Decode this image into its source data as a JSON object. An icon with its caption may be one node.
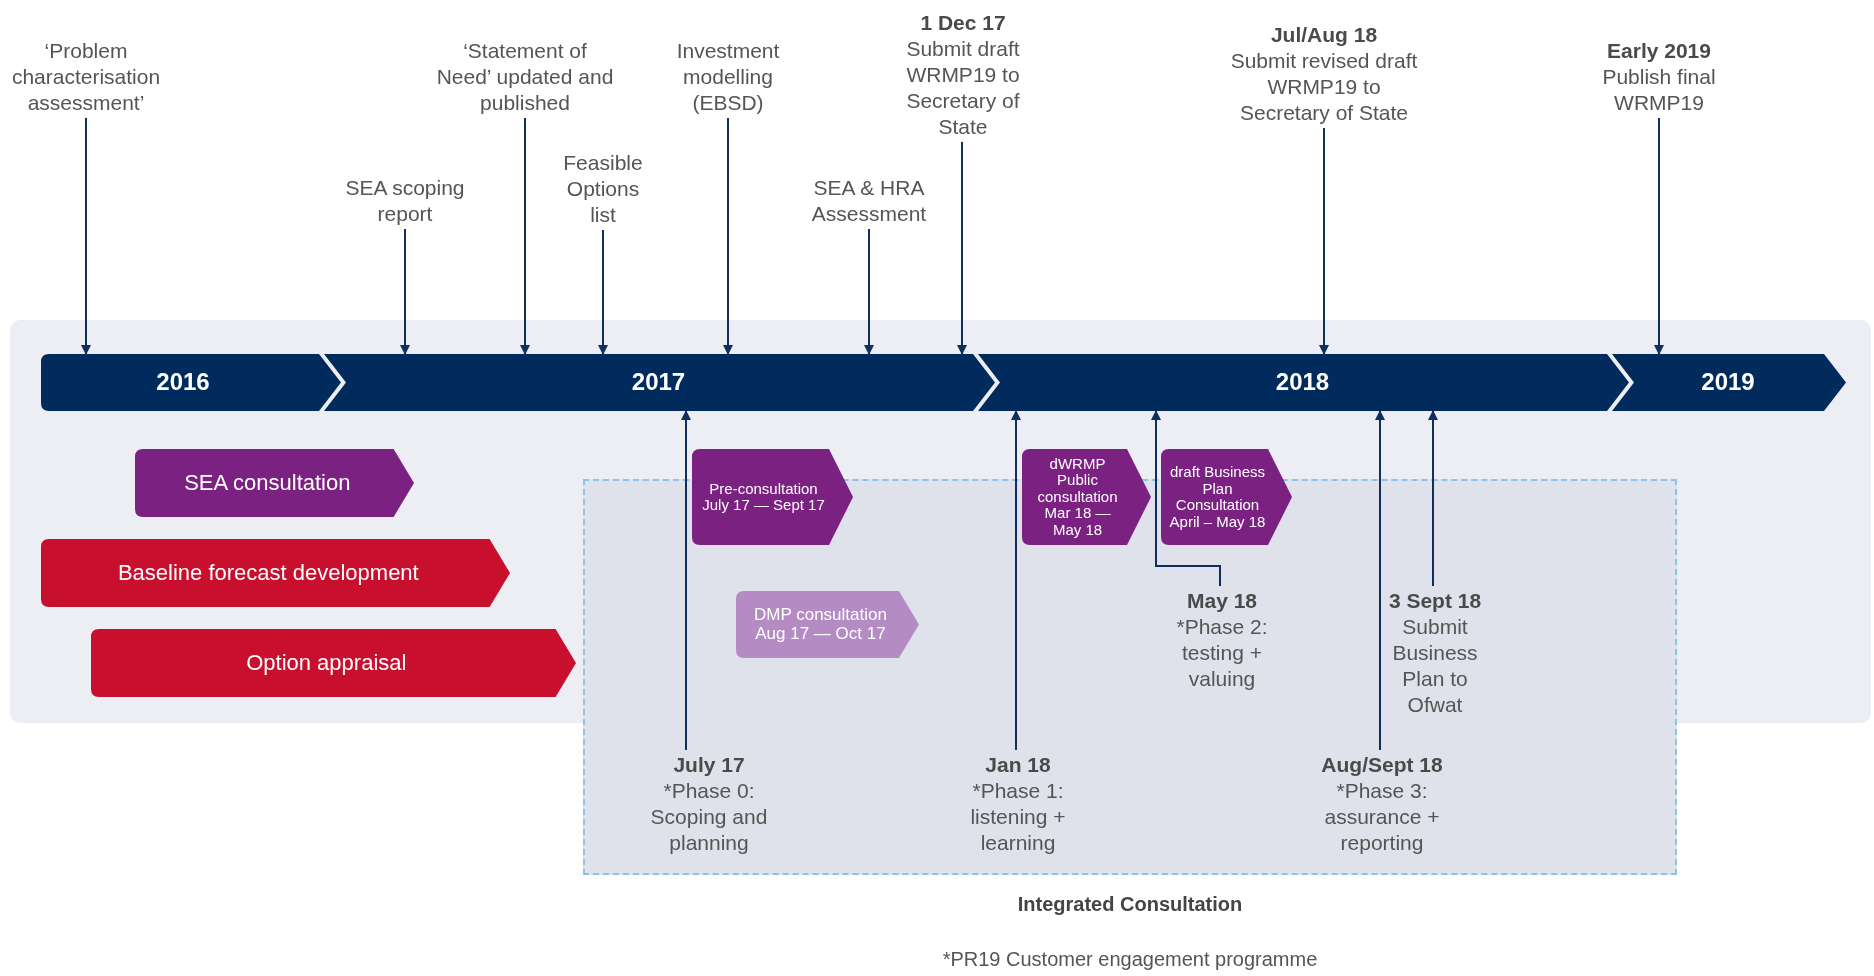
{
  "diagram": {
    "nodes": [
      {
        "text": [
          "‘Problem characterisation assessment’"
        ]
      },
      {
        "text": [
          "‘Statement of Need’ updated and published"
        ]
      },
      {
        "text": [
          "Investment modelling (EBSD)"
        ]
      },
      {
        "text": [
          "1 Dec 17",
          "Submit draft WRMP19 to Secretary of State"
        ]
      },
      {
        "text": [
          "Jul/Aug 18",
          "Submit revised draft WRMP19 to Secretary of State"
        ]
      },
      {
        "text": [
          "Early 2019",
          "Publish final WRMP19"
        ]
      },
      {
        "text": [
          "SEA scoping report"
        ]
      },
      {
        "text": [
          "Feasible Options list"
        ]
      },
      {
        "text": [
          "SEA & HRA Assessment"
        ]
      },
      {
        "text": [
          "2016"
        ]
      },
      {
        "text": [
          "2017"
        ]
      },
      {
        "text": [
          "2018"
        ]
      },
      {
        "text": [
          "2019"
        ]
      },
      {
        "text": [
          "SEA consultation"
        ]
      },
      {
        "text": [
          "Pre-consultation July 17 — Sept 17"
        ]
      },
      {
        "text": [
          "dWRMP Public consultation Mar 18 — May 18"
        ]
      },
      {
        "text": [
          "draft Business Plan Consultation April – May 18"
        ]
      },
      {
        "text": [
          "Baseline forecast development"
        ]
      },
      {
        "text": [
          "DMP consultation Aug 17 — Oct 17"
        ],
        "in": 20
      },
      {
        "text": [
          "Option appraisal"
        ]
      },
      {
        "text": [
          "Integrated Consultation"
        ]
      },
      {
        "text": [
          "May 18",
          "*Phase 2: testing + valuing"
        ],
        "in": 20
      },
      {
        "text": [
          "3 Sept 18",
          "Submit Business Plan to Ofwat"
        ],
        "in": 20
      },
      {
        "text": [
          "July 17",
          "*Phase 0: Scoping and planning"
        ],
        "in": 20
      },
      {
        "text": [
          "Jan 18",
          "*Phase 1: listening + learning"
        ],
        "in": 20
      },
      {
        "text": [
          "Aug/Sept 18",
          "*Phase 3: assurance + reporting"
        ],
        "in": 20
      }
    ],
    "edges": [
      {
        "from": 0,
        "to": 9,
        "arrow": "to"
      },
      {
        "from": 6,
        "to": 10,
        "arrow": "to"
      },
      {
        "from": 1,
        "to": 10,
        "arrow": "to"
      },
      {
        "from": 7,
        "to": 10,
        "arrow": "to"
      },
      {
        "from": 2,
        "to": 10,
        "arrow": "to"
      },
      {
        "from": 8,
        "to": 10,
        "arrow": "to"
      },
      {
        "from": 3,
        "to": 10,
        "arrow": "to"
      },
      {
        "from": 4,
        "to": 11,
        "arrow": "to"
      },
      {
        "from": 5,
        "to": 12,
        "arrow": "to"
      },
      {
        "from": 23,
        "to": 10,
        "arrow": "to"
      },
      {
        "from": 24,
        "to": 11,
        "arrow": "to"
      },
      {
        "from": 21,
        "to": 11,
        "arrow": "to"
      },
      {
        "from": 25,
        "to": 11,
        "arrow": "to"
      },
      {
        "from": 22,
        "to": 11,
        "arrow": "to"
      }
    ],
    "labels": [
      "*PR19 Customer engagement programme"
    ]
  }
}
